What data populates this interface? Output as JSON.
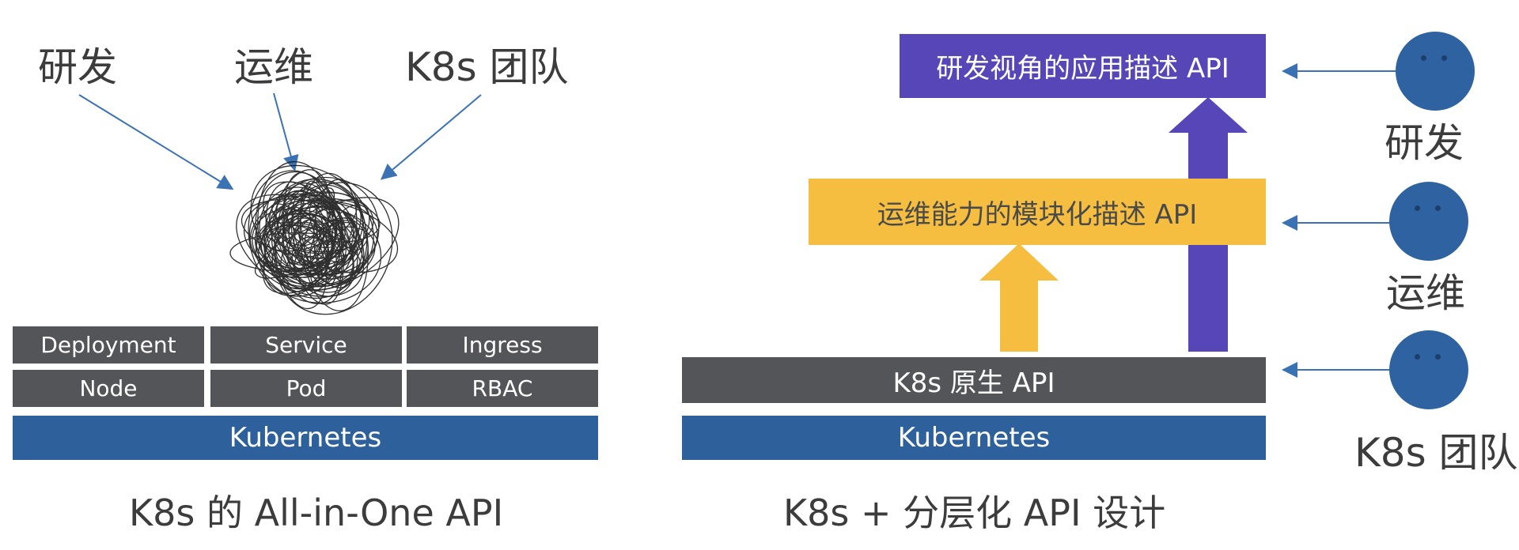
{
  "left": {
    "roles": [
      "研发",
      "运维",
      "K8s 团队"
    ],
    "resources": [
      "Deployment",
      "Service",
      "Ingress",
      "Node",
      "Pod",
      "RBAC"
    ],
    "base": "Kubernetes",
    "caption": "K8s 的 All-in-One API"
  },
  "right": {
    "layers": {
      "dev_api": "研发视角的应用描述 API",
      "ops_api": "运维能力的模块化描述 API",
      "native_api": "K8s 原生 API",
      "base": "Kubernetes"
    },
    "roles": [
      "研发",
      "运维",
      "K8s 团队"
    ],
    "caption": "K8s + 分层化 API 设计"
  },
  "colors": {
    "kubernetes_blue": "#2e619b",
    "resource_gray": "#545559",
    "dev_purple": "#5646b8",
    "ops_yellow": "#f5be40",
    "face_blue": "#2e62a0",
    "arrow_blue": "#3a72b4"
  }
}
